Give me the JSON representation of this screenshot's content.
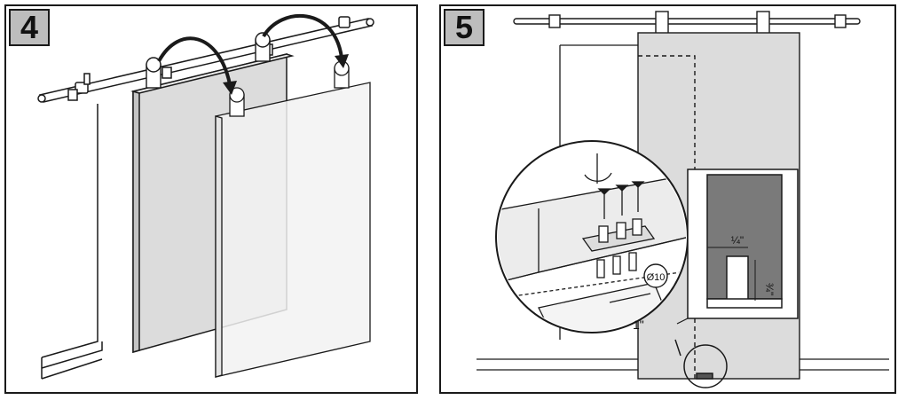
{
  "steps": [
    {
      "number": "4"
    },
    {
      "number": "5"
    }
  ],
  "detail_labels": {
    "gap_side": "¼\"",
    "gap_bottom": "¾\"",
    "hole_diameter": "Ø10",
    "offset": "1\""
  },
  "colors": {
    "line": "#1a1a1a",
    "door_fill": "#dcdcdc",
    "door_ghost_fill": "#f2f2f2",
    "badge_fill": "#bdbdbd",
    "guide_slot": "#7a7a7a"
  }
}
